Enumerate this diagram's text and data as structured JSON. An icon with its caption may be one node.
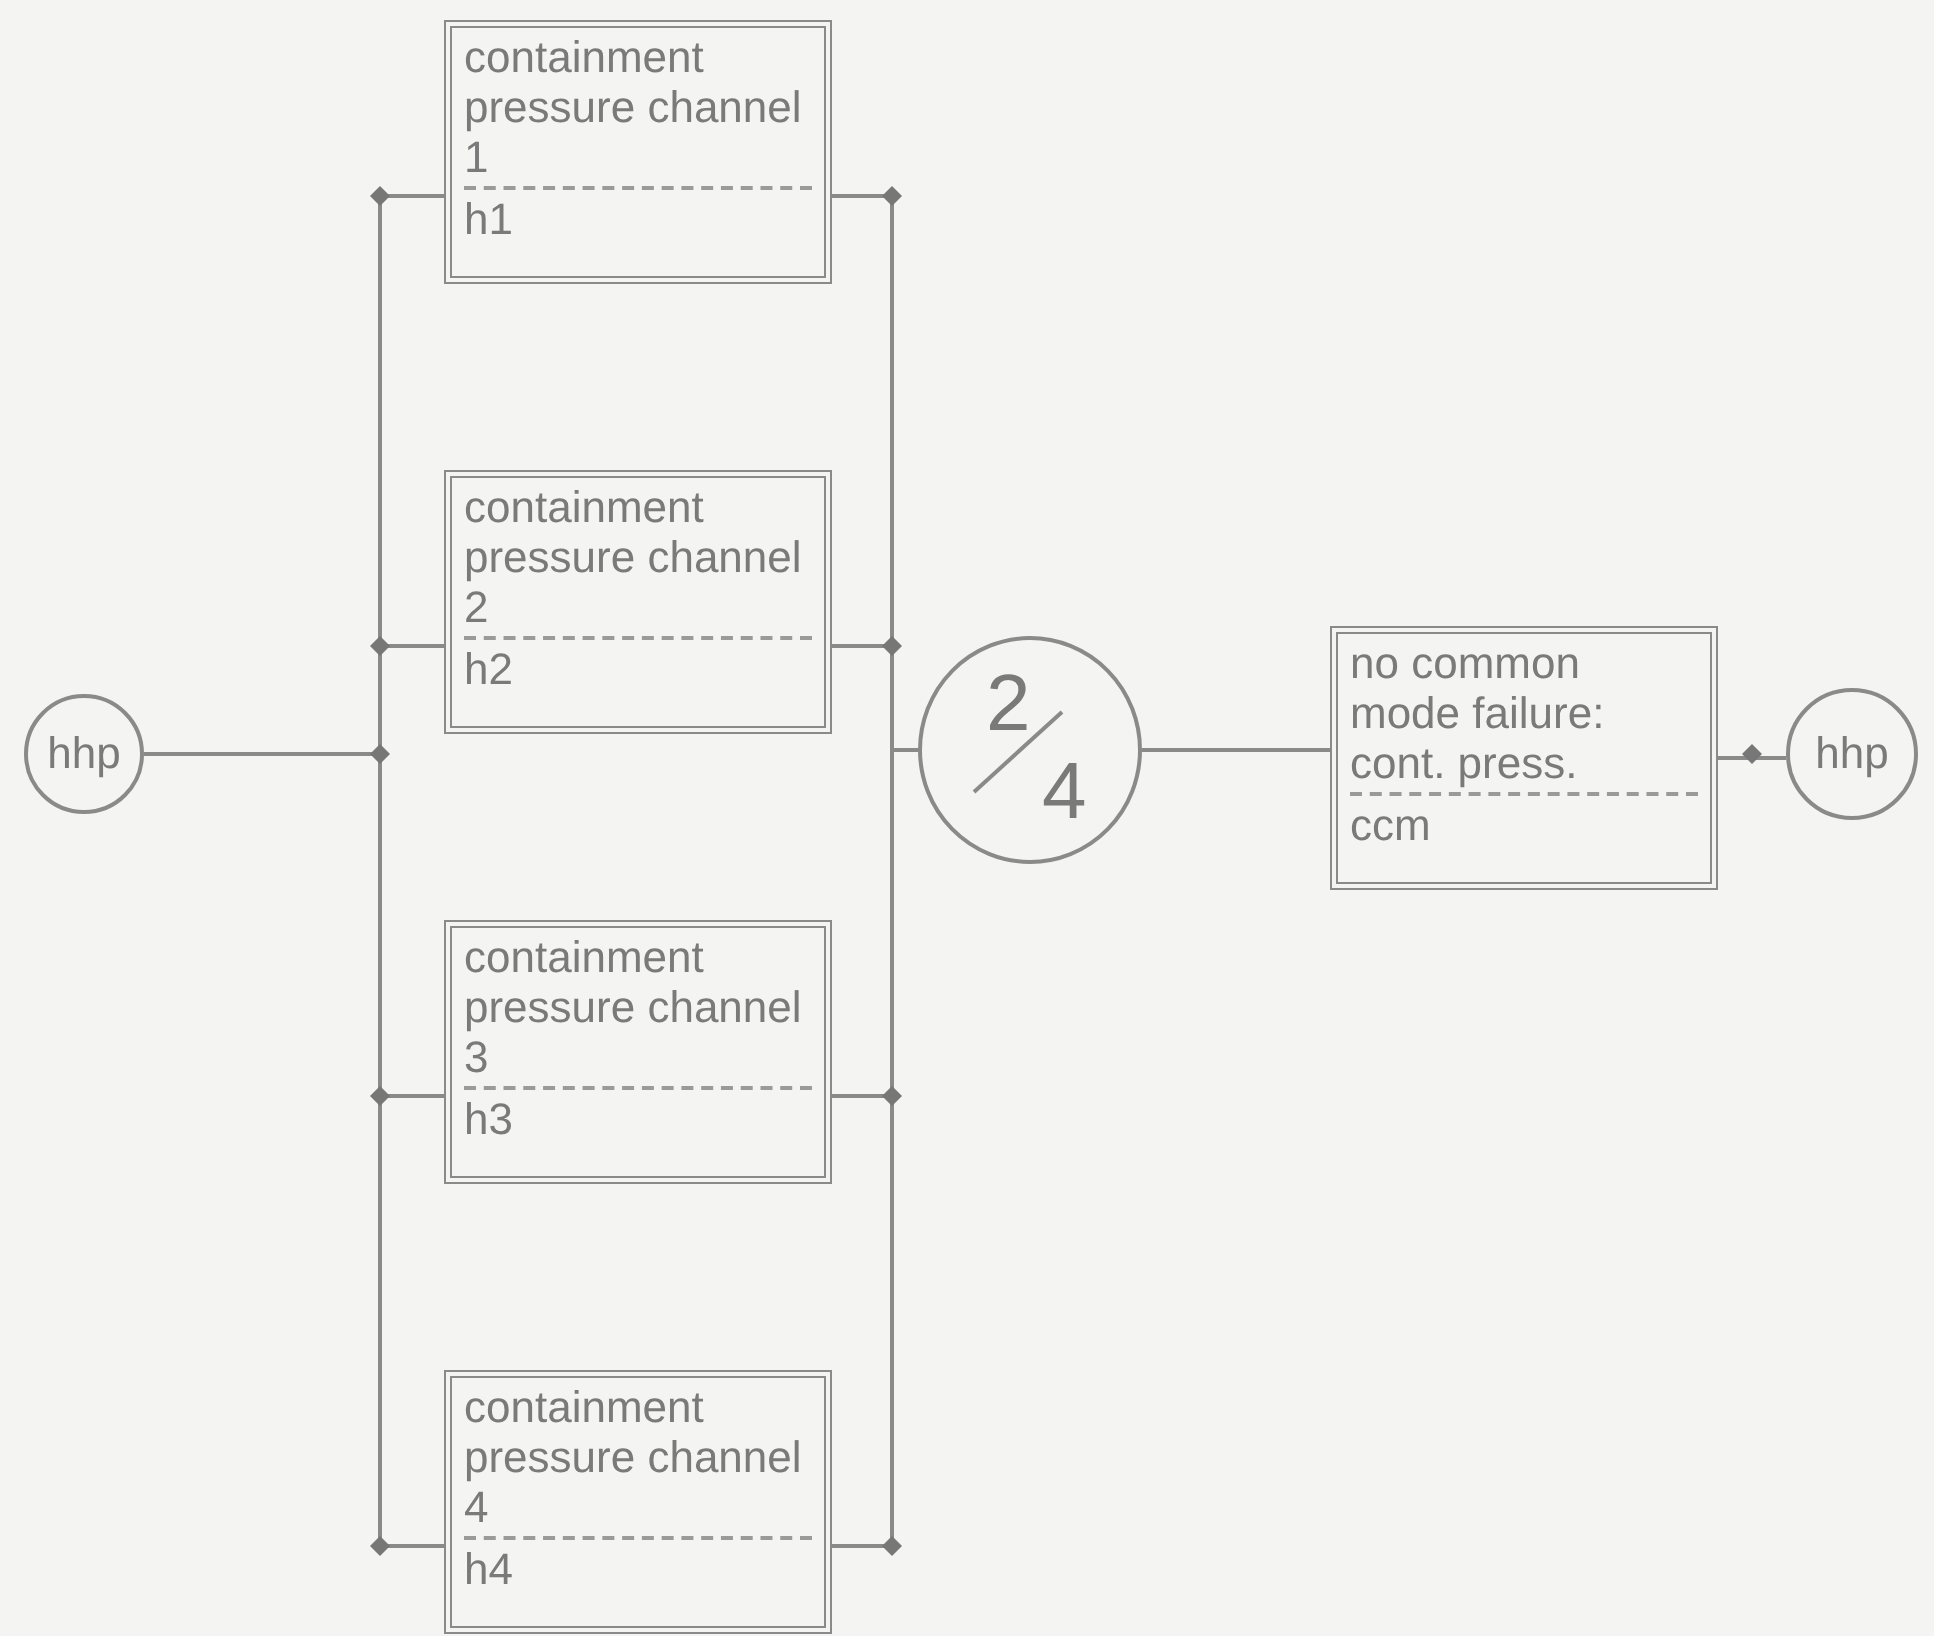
{
  "diagram": {
    "nodes": [
      {
        "text": [
          "hhp"
        ]
      },
      {
        "text": [
          "containment pressure channel 1",
          "h1"
        ]
      },
      {
        "text": [
          "containment pressure channel 2",
          "h2"
        ]
      },
      {
        "text": [
          "containment pressure channel 3",
          "h3"
        ]
      },
      {
        "text": [
          "containment pressure channel 4",
          "h4"
        ]
      },
      {
        "text": [
          "2",
          "4"
        ]
      },
      {
        "text": [
          "no common mode failure: cont. press.",
          "ccm"
        ]
      },
      {
        "text": [
          "hhp"
        ]
      }
    ],
    "edges": [
      {
        "from": 0,
        "to": 1,
        "arrow": "none"
      },
      {
        "from": 0,
        "to": 2,
        "arrow": "none"
      },
      {
        "from": 0,
        "to": 3,
        "arrow": "none"
      },
      {
        "from": 0,
        "to": 4,
        "arrow": "none"
      },
      {
        "from": 1,
        "to": 5,
        "arrow": "none"
      },
      {
        "from": 2,
        "to": 5,
        "arrow": "none"
      },
      {
        "from": 3,
        "to": 5,
        "arrow": "none"
      },
      {
        "from": 4,
        "to": 5,
        "arrow": "none"
      },
      {
        "from": 5,
        "to": 6,
        "arrow": "none"
      },
      {
        "from": 6,
        "to": 7,
        "arrow": "none"
      }
    ]
  }
}
